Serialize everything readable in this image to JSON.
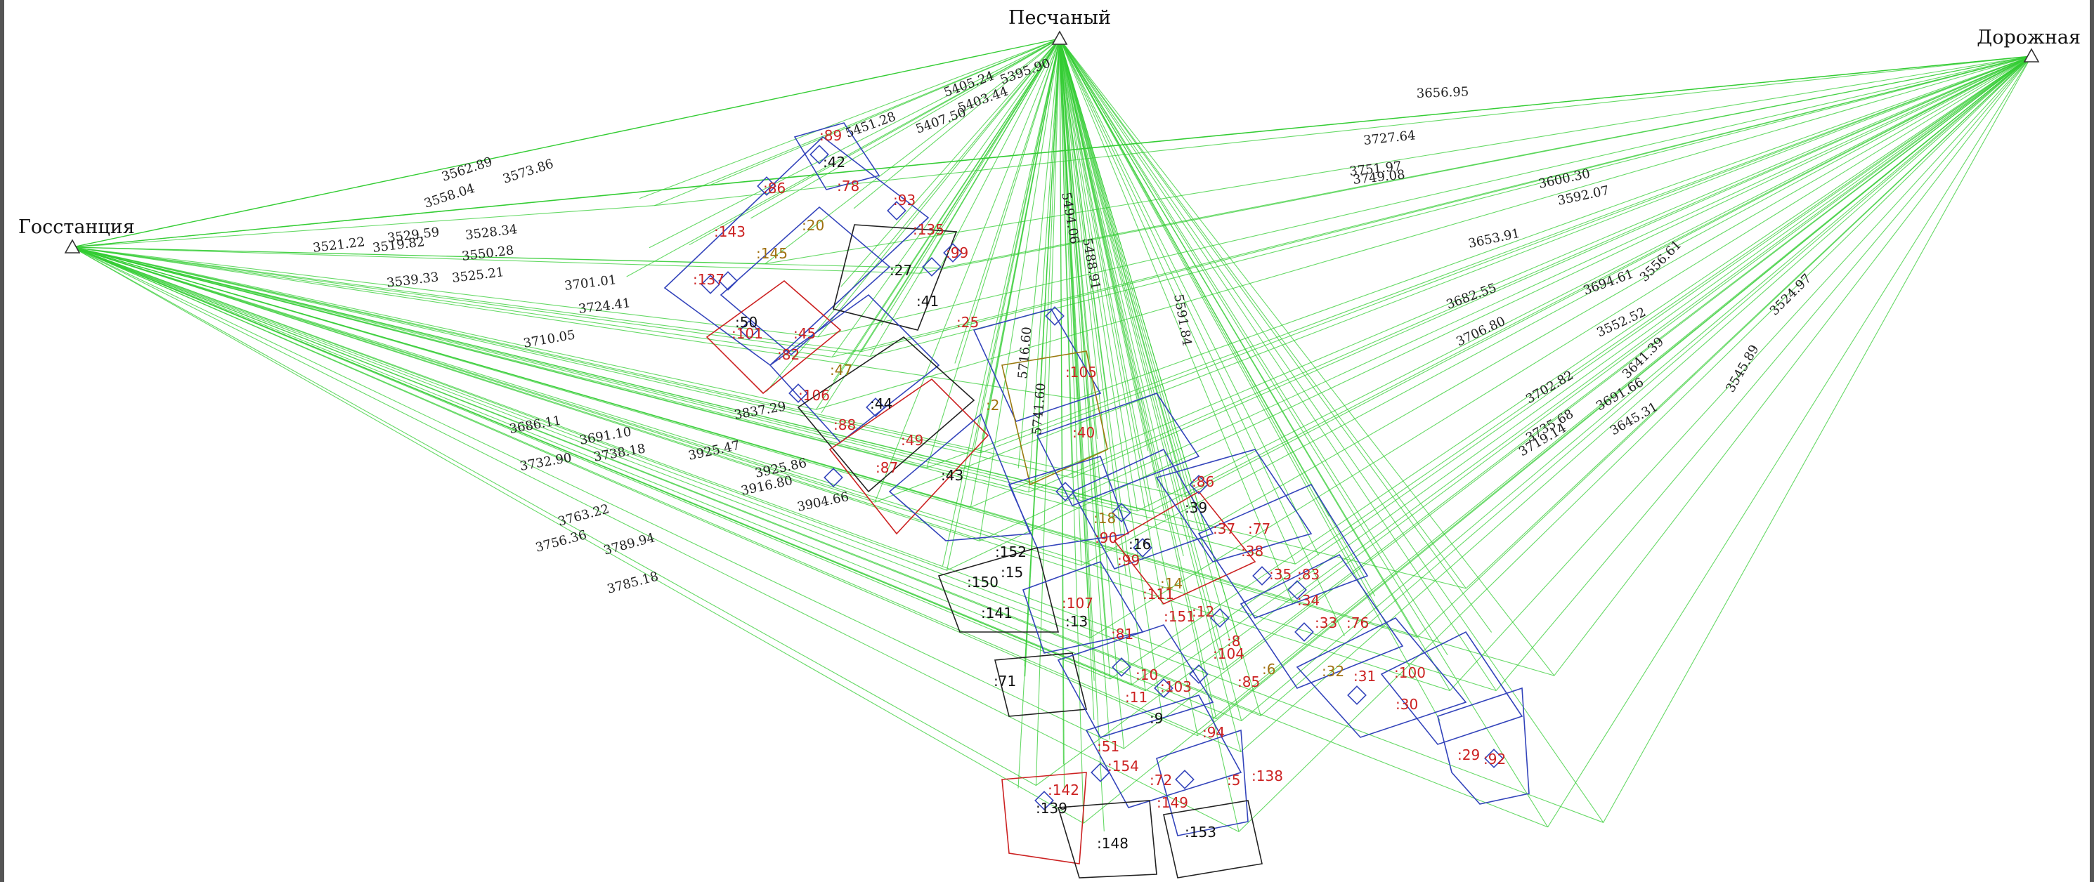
{
  "colors": {
    "sight_line": "#33cc33",
    "parcel_blue": "#3344bb",
    "parcel_red": "#cc2222",
    "parcel_black": "#222222",
    "parcel_olive": "#9a7a10",
    "label_red": "#cc2222",
    "label_black": "#111111",
    "label_olive": "#a07010"
  },
  "stations": [
    {
      "id": "gos",
      "name": "Госстанция"
    },
    {
      "id": "pes",
      "name": "Песчаный"
    },
    {
      "id": "dor",
      "name": "Дорожная"
    }
  ],
  "distance_labels": [
    "5405.24",
    "5395.90",
    "5403.44",
    "5451.28",
    "5407.50",
    "3562.89",
    "3573.86",
    "3558.04",
    "3529.59",
    "3528.34",
    "3521.22",
    "3519.82",
    "3550.28",
    "3525.21",
    "3539.33",
    "3701.01",
    "3724.41",
    "3710.05",
    "3837.29",
    "3691.10",
    "3738.18",
    "3732.90",
    "3686.11",
    "3925.47",
    "3925.86",
    "3916.80",
    "3904.66",
    "3763.22",
    "3789.94",
    "3756.36",
    "3785.18",
    "3656.95",
    "3727.64",
    "3751.97",
    "3749.08",
    "3600.30",
    "3592.07",
    "3653.91",
    "3682.55",
    "3694.61",
    "3706.80",
    "3552.52",
    "3556.61",
    "3524.97",
    "3641.39",
    "3702.82",
    "3735.68",
    "3691.66",
    "3719.14",
    "3645.31",
    "3545.89",
    "5494.06",
    "5488.91",
    "5716.60",
    "5741.60",
    "5591.84"
  ],
  "parcel_labels": [
    {
      "text": ":89",
      "color": "red"
    },
    {
      "text": ":42",
      "color": "black"
    },
    {
      "text": ":86",
      "color": "red"
    },
    {
      "text": ":78",
      "color": "red"
    },
    {
      "text": ":93",
      "color": "red"
    },
    {
      "text": ":143",
      "color": "red"
    },
    {
      "text": ":145",
      "color": "olive"
    },
    {
      "text": ":20",
      "color": "olive"
    },
    {
      "text": ":135",
      "color": "red"
    },
    {
      "text": ":137",
      "color": "red"
    },
    {
      "text": ":27",
      "color": "black"
    },
    {
      "text": ":99",
      "color": "red"
    },
    {
      "text": ":41",
      "color": "black"
    },
    {
      "text": ":50",
      "color": "black"
    },
    {
      "text": ":101",
      "color": "red"
    },
    {
      "text": ":45",
      "color": "red"
    },
    {
      "text": ":25",
      "color": "red"
    },
    {
      "text": ":82",
      "color": "red"
    },
    {
      "text": ":47",
      "color": "olive"
    },
    {
      "text": ":2",
      "color": "olive"
    },
    {
      "text": ":105",
      "color": "red"
    },
    {
      "text": ":106",
      "color": "red"
    },
    {
      "text": ":44",
      "color": "black"
    },
    {
      "text": ":88",
      "color": "red"
    },
    {
      "text": ":49",
      "color": "red"
    },
    {
      "text": ":40",
      "color": "red"
    },
    {
      "text": ":87",
      "color": "red"
    },
    {
      "text": ":43",
      "color": "black"
    },
    {
      "text": ":86",
      "color": "red"
    },
    {
      "text": ":39",
      "color": "black"
    },
    {
      "text": ":18",
      "color": "olive"
    },
    {
      "text": ":37",
      "color": "red"
    },
    {
      "text": ":77",
      "color": "red"
    },
    {
      "text": ":152",
      "color": "black"
    },
    {
      "text": ":90",
      "color": "red"
    },
    {
      "text": ":16",
      "color": "black"
    },
    {
      "text": ":99",
      "color": "red"
    },
    {
      "text": ":15",
      "color": "black"
    },
    {
      "text": ":38",
      "color": "red"
    },
    {
      "text": ":35",
      "color": "red"
    },
    {
      "text": ":83",
      "color": "red"
    },
    {
      "text": ":150",
      "color": "black"
    },
    {
      "text": ":14",
      "color": "olive"
    },
    {
      "text": ":111",
      "color": "red"
    },
    {
      "text": ":34",
      "color": "red"
    },
    {
      "text": ":141",
      "color": "black"
    },
    {
      "text": ":107",
      "color": "red"
    },
    {
      "text": ":13",
      "color": "black"
    },
    {
      "text": ":151",
      "color": "red"
    },
    {
      "text": ":12",
      "color": "red"
    },
    {
      "text": ":33",
      "color": "red"
    },
    {
      "text": ":76",
      "color": "red"
    },
    {
      "text": ":81",
      "color": "red"
    },
    {
      "text": ":8",
      "color": "red"
    },
    {
      "text": ":104",
      "color": "red"
    },
    {
      "text": ":6",
      "color": "olive"
    },
    {
      "text": ":32",
      "color": "olive"
    },
    {
      "text": ":31",
      "color": "red"
    },
    {
      "text": ":100",
      "color": "red"
    },
    {
      "text": ":71",
      "color": "black"
    },
    {
      "text": ":10",
      "color": "red"
    },
    {
      "text": ":103",
      "color": "red"
    },
    {
      "text": ":85",
      "color": "red"
    },
    {
      "text": ":11",
      "color": "red"
    },
    {
      "text": ":30",
      "color": "red"
    },
    {
      "text": ":9",
      "color": "black"
    },
    {
      "text": ":94",
      "color": "red"
    },
    {
      "text": ":51",
      "color": "red"
    },
    {
      "text": ":154",
      "color": "red"
    },
    {
      "text": ":29",
      "color": "red"
    },
    {
      "text": ":92",
      "color": "red"
    },
    {
      "text": ":72",
      "color": "red"
    },
    {
      "text": ":5",
      "color": "red"
    },
    {
      "text": ":138",
      "color": "red"
    },
    {
      "text": ":142",
      "color": "red"
    },
    {
      "text": ":149",
      "color": "red"
    },
    {
      "text": ":139",
      "color": "black"
    },
    {
      "text": ":148",
      "color": "black"
    },
    {
      "text": ":153",
      "color": "black"
    }
  ]
}
